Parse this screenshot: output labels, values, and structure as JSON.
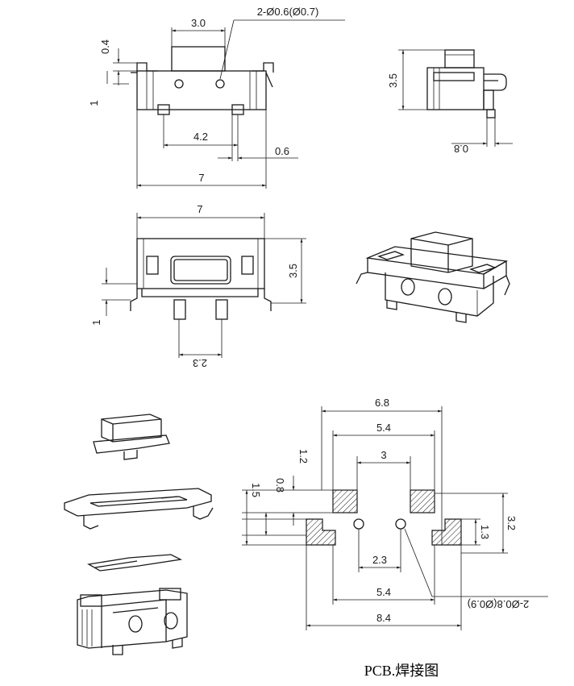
{
  "caption": "PCB.焊接图",
  "top_view": {
    "width_3": "3.0",
    "holes": "2-Ø0.6(Ø0.7)",
    "h_04": "0.4",
    "h_1": "1",
    "pitch_42": "4.2",
    "w_06": "0.6",
    "w_7": "7"
  },
  "side_view": {
    "h_35": "3.5",
    "w_08": "0.8"
  },
  "front_view": {
    "w_7": "7",
    "h_35": "3.5",
    "h_1": "1",
    "w_23": "2.3"
  },
  "pcb_layout": {
    "w_68": "6.8",
    "w_54_top": "5.4",
    "w_3": "3",
    "h_12": "1.2",
    "h_08": "0.8",
    "h_15": "1.5",
    "h_32": "3.2",
    "h_13": "1.3",
    "w_23": "2.3",
    "w_54_bottom": "5.4",
    "w_84": "8.4",
    "holes": "2-Ø0.8(Ø0.9)"
  },
  "colors": {
    "line": "#1a1a1a",
    "background": "#ffffff"
  }
}
